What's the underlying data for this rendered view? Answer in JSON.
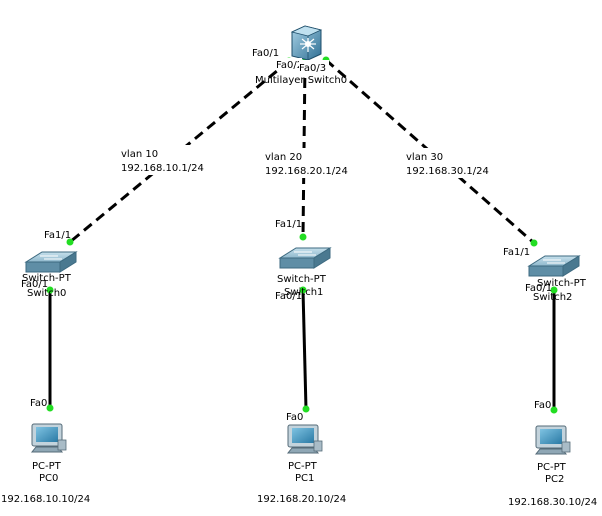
{
  "colors": {
    "link": "#000000",
    "port_dot": "#22dd22",
    "switch_top": "#9cc4d6",
    "switch_front": "#5f8ea6",
    "ml_switch": "#4d8fb3",
    "pc_body": "#b9c9d4",
    "pc_screen": "#3b8fb8"
  },
  "core": {
    "model": "Multilayer Switch0",
    "ports": {
      "left": "Fa0/1",
      "mid": "Fa0/2",
      "right": "Fa0/3"
    }
  },
  "links": [
    {
      "vlan": "vlan 10",
      "gateway": "192.168.10.1/24"
    },
    {
      "vlan": "vlan 20",
      "gateway": "192.168.20.1/24"
    },
    {
      "vlan": "vlan 30",
      "gateway": "192.168.30.1/24"
    }
  ],
  "switches": [
    {
      "model": "Switch-PT",
      "name": "Switch0",
      "uplink_port": "Fa1/1",
      "down_port": "Fa0/1"
    },
    {
      "model": "Switch-PT",
      "name": "Switch1",
      "uplink_port": "Fa1/1",
      "down_port": "Fa0/1"
    },
    {
      "model": "Switch-PT",
      "name": "Switch2",
      "uplink_port": "Fa1/1",
      "down_port": "Fa0/1"
    }
  ],
  "pcs": [
    {
      "model": "PC-PT",
      "name": "PC0",
      "port": "Fa0",
      "ip": "192.168.10.10/24"
    },
    {
      "model": "PC-PT",
      "name": "PC1",
      "port": "Fa0",
      "ip": "192.168.20.10/24"
    },
    {
      "model": "PC-PT",
      "name": "PC2",
      "port": "Fa0",
      "ip": "192.168.30.10/24"
    }
  ]
}
